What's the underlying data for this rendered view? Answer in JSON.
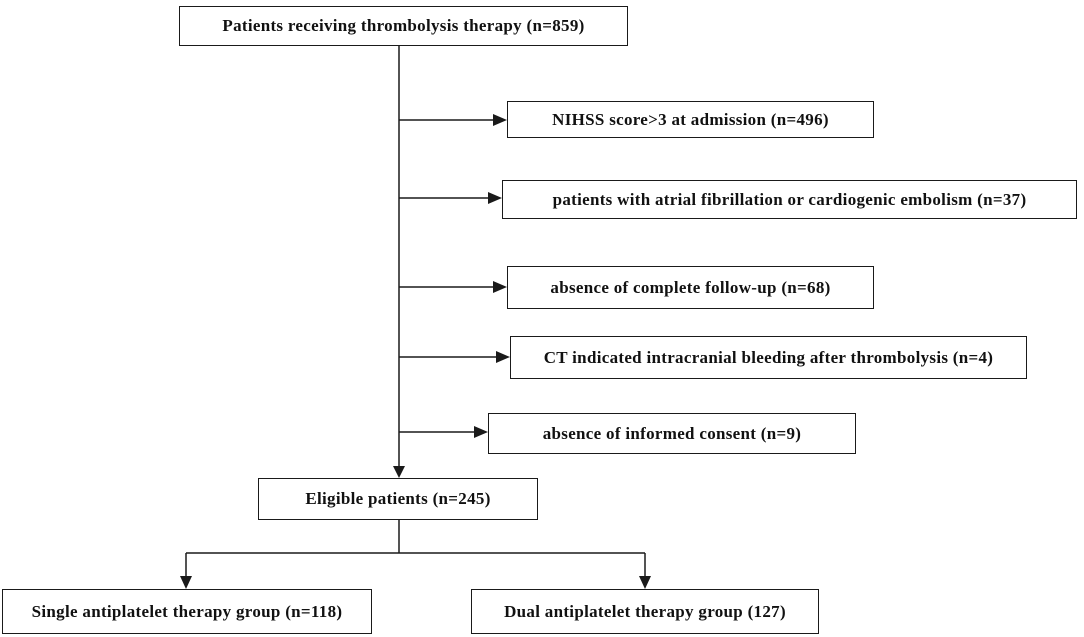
{
  "flowchart": {
    "start": "Patients receiving thrombolysis therapy (n=859)",
    "exclusions": [
      "NIHSS score>3 at admission (n=496)",
      "patients with atrial fibrillation or cardiogenic embolism (n=37)",
      "absence of complete follow-up (n=68)",
      "CT indicated intracranial bleeding after thrombolysis (n=4)",
      "absence of informed consent  (n=9)"
    ],
    "eligible": "Eligible patients (n=245)",
    "groups": [
      "Single antiplatelet therapy  group (n=118)",
      "Dual antiplatelet therapy group (127)"
    ]
  },
  "colors": {
    "line": "#1a1a1a",
    "box_border": "#1a1a1a",
    "text": "#111111",
    "background": "#ffffff"
  }
}
